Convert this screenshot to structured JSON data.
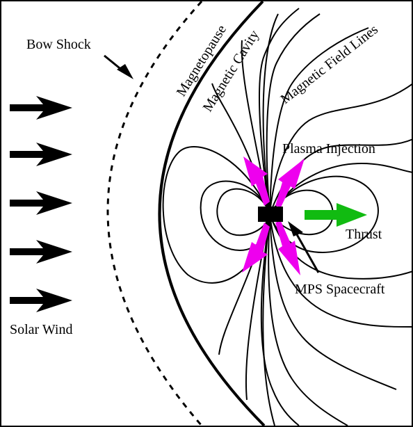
{
  "labels": {
    "bow_shock": "Bow Shock",
    "magnetopause": "Magnetopause",
    "magnetic_cavity": "Magnetic Cavity",
    "magnetic_field_lines": "Magnetic Field Lines",
    "plasma_injection": "Plasma Injection",
    "thrust": "Thrust",
    "mps_spacecraft": "MPS Spacecraft",
    "solar_wind": "Solar Wind"
  },
  "colors": {
    "line": "#000000",
    "plasma": "#ee00ee",
    "thrust": "#11bb11",
    "background": "#ffffff"
  }
}
